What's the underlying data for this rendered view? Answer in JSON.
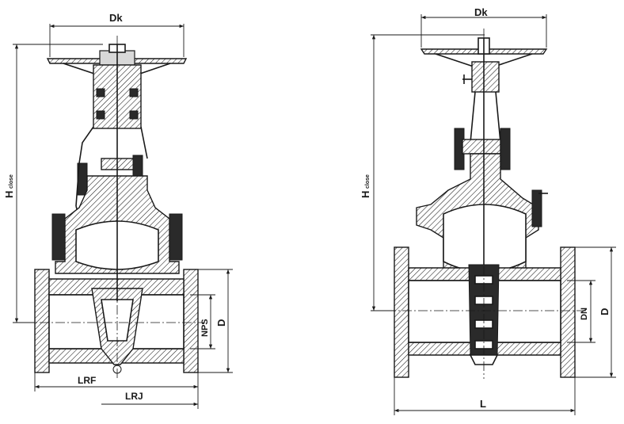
{
  "left_view": {
    "dk_label": "Dk",
    "h_label": "H",
    "h_sub": "close",
    "nps_label": "NPS",
    "d_label": "D",
    "lrf_label": "LRF",
    "lrj_label": "LRJ"
  },
  "right_view": {
    "dk_label": "Dk",
    "h_label": "H",
    "h_sub": "close",
    "dn_label": "DN",
    "d_label": "D",
    "l_label": "L"
  }
}
